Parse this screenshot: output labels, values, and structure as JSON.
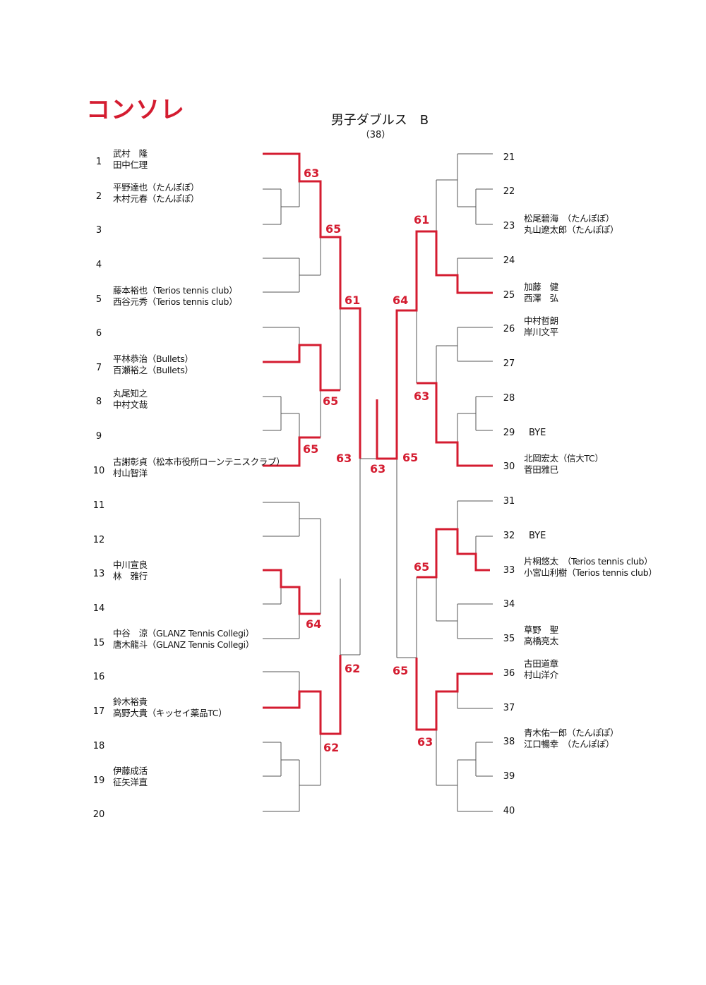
{
  "header": {
    "brand": "コンソレ",
    "title": "男子ダブルス　B",
    "subtitle": "（38）"
  },
  "colors": {
    "win": "#d41c30",
    "line": "#555555"
  },
  "left_entries": [
    {
      "n": "1",
      "l1": "武村　隆",
      "l2": "田中仁理"
    },
    {
      "n": "2",
      "l1": "平野達也（たんぽぽ）",
      "l2": "木村元春（たんぽぽ）"
    },
    {
      "n": "3",
      "l1": "",
      "l2": ""
    },
    {
      "n": "4",
      "l1": "",
      "l2": ""
    },
    {
      "n": "5",
      "l1": "藤本裕也（Terios tennis club）",
      "l2": "西谷元秀（Terios tennis club）"
    },
    {
      "n": "6",
      "l1": "",
      "l2": ""
    },
    {
      "n": "7",
      "l1": "平林恭治（Bullets）",
      "l2": "百瀬裕之（Bullets）"
    },
    {
      "n": "8",
      "l1": "丸尾知之",
      "l2": "中村文哉"
    },
    {
      "n": "9",
      "l1": "",
      "l2": ""
    },
    {
      "n": "10",
      "l1": "古謝彰貞（松本市役所ローンテニスクラブ）",
      "l2": "村山智洋"
    },
    {
      "n": "11",
      "l1": "",
      "l2": ""
    },
    {
      "n": "12",
      "l1": "",
      "l2": ""
    },
    {
      "n": "13",
      "l1": "中川宣良",
      "l2": "林　雅行"
    },
    {
      "n": "14",
      "l1": "",
      "l2": ""
    },
    {
      "n": "15",
      "l1": "中谷　涼（GLANZ Tennis Collegi）",
      "l2": "唐木龍斗（GLANZ Tennis Collegi）"
    },
    {
      "n": "16",
      "l1": "",
      "l2": ""
    },
    {
      "n": "17",
      "l1": "鈴木裕貴",
      "l2": "高野大貴（キッセイ薬品TC）"
    },
    {
      "n": "18",
      "l1": "",
      "l2": ""
    },
    {
      "n": "19",
      "l1": "伊藤成活",
      "l2": "征矢洋直"
    },
    {
      "n": "20",
      "l1": "",
      "l2": ""
    }
  ],
  "right_entries": [
    {
      "n": "21",
      "l1": "",
      "l2": ""
    },
    {
      "n": "22",
      "l1": "",
      "l2": ""
    },
    {
      "n": "23",
      "l1": "松尾碧海　（たんぽぽ）",
      "l2": "丸山遼太郎（たんぽぽ）"
    },
    {
      "n": "24",
      "l1": "",
      "l2": ""
    },
    {
      "n": "25",
      "l1": "加藤　健",
      "l2": "西澤　弘"
    },
    {
      "n": "26",
      "l1": "中村哲朗",
      "l2": "岸川文平"
    },
    {
      "n": "27",
      "l1": "",
      "l2": ""
    },
    {
      "n": "28",
      "l1": "",
      "l2": ""
    },
    {
      "n": "29",
      "l1": "",
      "l2": "",
      "bye": "BYE"
    },
    {
      "n": "30",
      "l1": "北岡宏太（信大TC）",
      "l2": "菅田雅巳"
    },
    {
      "n": "31",
      "l1": "",
      "l2": ""
    },
    {
      "n": "32",
      "l1": "",
      "l2": "",
      "bye": "BYE"
    },
    {
      "n": "33",
      "l1": "片桐悠太　（Terios tennis club）",
      "l2": "小宮山利樹（Terios tennis club）"
    },
    {
      "n": "34",
      "l1": "",
      "l2": ""
    },
    {
      "n": "35",
      "l1": "草野　聖",
      "l2": "高橋亮太"
    },
    {
      "n": "36",
      "l1": "古田道章",
      "l2": "村山洋介"
    },
    {
      "n": "37",
      "l1": "",
      "l2": ""
    },
    {
      "n": "38",
      "l1": "青木佑一郎（たんぽぽ）",
      "l2": "江口暢幸　（たんぽぽ）"
    },
    {
      "n": "39",
      "l1": "",
      "l2": ""
    },
    {
      "n": "40",
      "l1": "",
      "l2": ""
    }
  ],
  "scores": [
    {
      "id": "s1",
      "text": "63"
    },
    {
      "id": "s2",
      "text": "65"
    },
    {
      "id": "s3",
      "text": "61"
    },
    {
      "id": "s4",
      "text": "65"
    },
    {
      "id": "s5",
      "text": "65"
    },
    {
      "id": "s6",
      "text": "63"
    },
    {
      "id": "s7",
      "text": "64"
    },
    {
      "id": "s8",
      "text": "62"
    },
    {
      "id": "s9",
      "text": "62"
    },
    {
      "id": "s10",
      "text": "63"
    },
    {
      "id": "s11",
      "text": "61"
    },
    {
      "id": "s12",
      "text": "64"
    },
    {
      "id": "s13",
      "text": "63"
    },
    {
      "id": "s14",
      "text": "65"
    },
    {
      "id": "s15",
      "text": "65"
    },
    {
      "id": "s16",
      "text": "65"
    },
    {
      "id": "s17",
      "text": "63"
    }
  ]
}
